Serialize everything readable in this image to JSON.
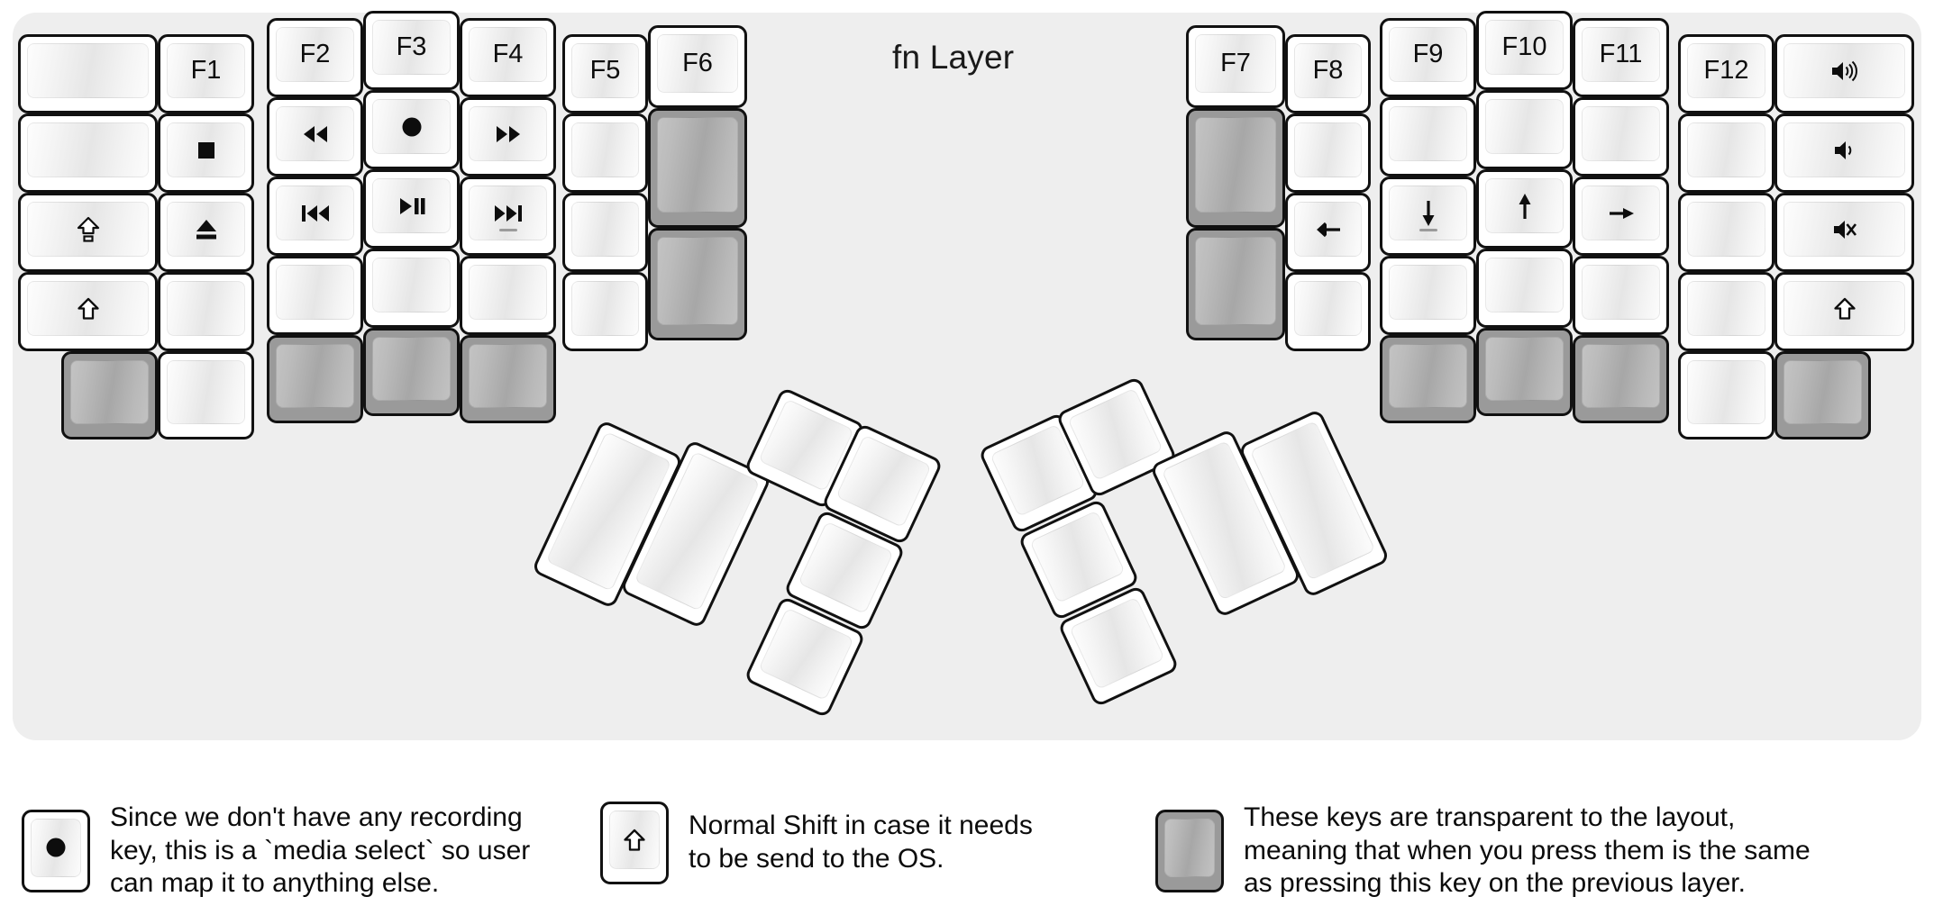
{
  "title": "fn Layer",
  "colors": {
    "panel_bg": "#eeeeee",
    "page_bg": "#ffffff",
    "key_border": "#111111",
    "key_face_light": "#fdfdfd",
    "key_face_shade": "#e6e6e6",
    "transparent_key": "#9a9a9a",
    "transparent_key_face": "#b9b9b9",
    "text": "#0d0d0d"
  },
  "legend": [
    {
      "key_icon": "record-icon",
      "key_state": "normal",
      "text": "Since we don't have any recording\nkey, this is a `media select` so user\ncan map it to anything else."
    },
    {
      "key_icon": "shift-arrow-icon",
      "key_state": "normal",
      "text": "Normal Shift in case it needs\nto be send to the OS."
    },
    {
      "key_icon": "",
      "key_state": "transparent",
      "text": "These keys are transparent to the layout,\nmeaning that when you press them is the same\nas pressing this key on the previous layer."
    }
  ],
  "left_half": {
    "columns": [
      {
        "name": "pinky-outer",
        "keys": [
          {
            "label": "",
            "icon": "",
            "state": "normal"
          },
          {
            "label": "",
            "icon": "",
            "state": "normal"
          },
          {
            "label": "",
            "icon": "caps-shift-icon",
            "state": "normal"
          },
          {
            "label": "",
            "icon": "shift-arrow-icon",
            "state": "normal"
          },
          {
            "label": "",
            "icon": "",
            "state": "transparent"
          }
        ]
      },
      {
        "name": "pinky",
        "keys": [
          {
            "label": "F1",
            "icon": "",
            "state": "normal"
          },
          {
            "label": "",
            "icon": "stop-icon",
            "state": "normal"
          },
          {
            "label": "",
            "icon": "eject-icon",
            "state": "normal"
          },
          {
            "label": "",
            "icon": "",
            "state": "normal"
          },
          {
            "label": "",
            "icon": "",
            "state": "normal"
          }
        ]
      },
      {
        "name": "ring",
        "keys": [
          {
            "label": "F2",
            "icon": "",
            "state": "normal"
          },
          {
            "label": "",
            "icon": "rewind-icon",
            "state": "normal"
          },
          {
            "label": "",
            "icon": "previous-track-icon",
            "state": "normal"
          },
          {
            "label": "",
            "icon": "",
            "state": "normal"
          },
          {
            "label": "",
            "icon": "",
            "state": "transparent"
          }
        ]
      },
      {
        "name": "middle",
        "keys": [
          {
            "label": "F3",
            "icon": "",
            "state": "normal"
          },
          {
            "label": "",
            "icon": "record-icon",
            "state": "normal"
          },
          {
            "label": "",
            "icon": "play-pause-icon",
            "state": "normal"
          },
          {
            "label": "",
            "icon": "",
            "state": "normal"
          },
          {
            "label": "",
            "icon": "",
            "state": "transparent"
          }
        ]
      },
      {
        "name": "index",
        "keys": [
          {
            "label": "F4",
            "icon": "",
            "state": "normal"
          },
          {
            "label": "",
            "icon": "fast-forward-icon",
            "state": "normal"
          },
          {
            "label": "",
            "icon": "next-track-icon",
            "state": "normal",
            "homing": true
          },
          {
            "label": "",
            "icon": "",
            "state": "normal"
          },
          {
            "label": "",
            "icon": "",
            "state": "transparent"
          }
        ]
      },
      {
        "name": "inner",
        "keys": [
          {
            "label": "F5",
            "icon": "",
            "state": "normal"
          },
          {
            "label": "",
            "icon": "",
            "state": "normal"
          },
          {
            "label": "",
            "icon": "",
            "state": "normal"
          },
          {
            "label": "",
            "icon": "",
            "state": "normal"
          }
        ]
      },
      {
        "name": "innermost",
        "keys": [
          {
            "label": "F6",
            "icon": "",
            "state": "normal"
          },
          {
            "label": "",
            "icon": "",
            "state": "transparent",
            "tall": true
          },
          {
            "label": "",
            "icon": "",
            "state": "transparent",
            "tall": true
          }
        ]
      }
    ],
    "thumb_cluster": [
      {
        "label": "",
        "icon": "",
        "state": "normal",
        "size": "2u"
      },
      {
        "label": "",
        "icon": "",
        "state": "normal",
        "size": "2u"
      },
      {
        "label": "",
        "icon": "",
        "state": "normal",
        "size": "1u"
      },
      {
        "label": "",
        "icon": "",
        "state": "normal",
        "size": "1u"
      },
      {
        "label": "",
        "icon": "",
        "state": "normal",
        "size": "1u"
      },
      {
        "label": "",
        "icon": "",
        "state": "normal",
        "size": "1u"
      }
    ]
  },
  "right_half": {
    "columns": [
      {
        "name": "innermost",
        "keys": [
          {
            "label": "F7",
            "icon": "",
            "state": "normal"
          },
          {
            "label": "",
            "icon": "",
            "state": "transparent",
            "tall": true
          },
          {
            "label": "",
            "icon": "",
            "state": "transparent",
            "tall": true
          }
        ]
      },
      {
        "name": "inner",
        "keys": [
          {
            "label": "F8",
            "icon": "",
            "state": "normal"
          },
          {
            "label": "",
            "icon": "",
            "state": "normal"
          },
          {
            "label": "",
            "icon": "arrow-left-icon",
            "state": "normal"
          },
          {
            "label": "",
            "icon": "",
            "state": "normal"
          }
        ]
      },
      {
        "name": "index",
        "keys": [
          {
            "label": "F9",
            "icon": "",
            "state": "normal"
          },
          {
            "label": "",
            "icon": "",
            "state": "normal"
          },
          {
            "label": "",
            "icon": "arrow-down-icon",
            "state": "normal",
            "homing": true
          },
          {
            "label": "",
            "icon": "",
            "state": "normal"
          },
          {
            "label": "",
            "icon": "",
            "state": "transparent"
          }
        ]
      },
      {
        "name": "middle",
        "keys": [
          {
            "label": "F10",
            "icon": "",
            "state": "normal"
          },
          {
            "label": "",
            "icon": "",
            "state": "normal"
          },
          {
            "label": "",
            "icon": "arrow-up-icon",
            "state": "normal"
          },
          {
            "label": "",
            "icon": "",
            "state": "normal"
          },
          {
            "label": "",
            "icon": "",
            "state": "transparent"
          }
        ]
      },
      {
        "name": "ring",
        "keys": [
          {
            "label": "F11",
            "icon": "",
            "state": "normal"
          },
          {
            "label": "",
            "icon": "",
            "state": "normal"
          },
          {
            "label": "",
            "icon": "arrow-right-icon",
            "state": "normal"
          },
          {
            "label": "",
            "icon": "",
            "state": "normal"
          },
          {
            "label": "",
            "icon": "",
            "state": "transparent"
          }
        ]
      },
      {
        "name": "pinky",
        "keys": [
          {
            "label": "F12",
            "icon": "",
            "state": "normal"
          },
          {
            "label": "",
            "icon": "",
            "state": "normal"
          },
          {
            "label": "",
            "icon": "",
            "state": "normal"
          },
          {
            "label": "",
            "icon": "",
            "state": "normal"
          },
          {
            "label": "",
            "icon": "",
            "state": "normal"
          }
        ]
      },
      {
        "name": "pinky-outer",
        "keys": [
          {
            "label": "",
            "icon": "volume-up-icon",
            "state": "normal"
          },
          {
            "label": "",
            "icon": "volume-down-icon",
            "state": "normal"
          },
          {
            "label": "",
            "icon": "volume-mute-icon",
            "state": "normal"
          },
          {
            "label": "",
            "icon": "shift-arrow-icon",
            "state": "normal"
          },
          {
            "label": "",
            "icon": "",
            "state": "transparent"
          }
        ]
      }
    ],
    "thumb_cluster": [
      {
        "label": "",
        "icon": "",
        "state": "normal",
        "size": "1u"
      },
      {
        "label": "",
        "icon": "",
        "state": "normal",
        "size": "1u"
      },
      {
        "label": "",
        "icon": "",
        "state": "normal",
        "size": "1u"
      },
      {
        "label": "",
        "icon": "",
        "state": "normal",
        "size": "1u"
      },
      {
        "label": "",
        "icon": "",
        "state": "normal",
        "size": "2u"
      },
      {
        "label": "",
        "icon": "",
        "state": "normal",
        "size": "2u"
      }
    ]
  }
}
